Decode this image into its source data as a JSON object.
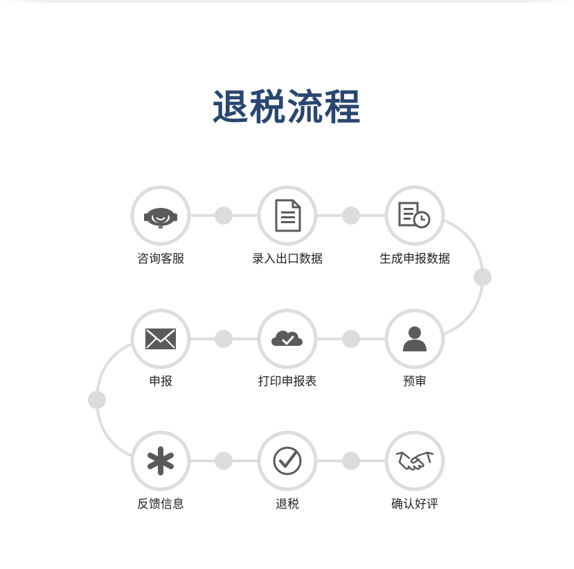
{
  "title": "退税流程",
  "colors": {
    "title": "#2a4670",
    "track": "#dedede",
    "node_ring": "#dddddd",
    "icon": "#5a5a5a",
    "label": "#222222"
  },
  "steps": [
    {
      "label": "咨询客服",
      "icon": "headset-icon"
    },
    {
      "label": "录入出口数据",
      "icon": "document-icon"
    },
    {
      "label": "生成申报数据",
      "icon": "report-clock-icon"
    },
    {
      "label": "预审",
      "icon": "user-icon"
    },
    {
      "label": "打印申报表",
      "icon": "cloud-check-icon"
    },
    {
      "label": "申报",
      "icon": "envelope-icon"
    },
    {
      "label": "反馈信息",
      "icon": "asterisk-icon"
    },
    {
      "label": "退税",
      "icon": "check-circle-icon"
    },
    {
      "label": "确认好评",
      "icon": "handshake-icon"
    }
  ]
}
